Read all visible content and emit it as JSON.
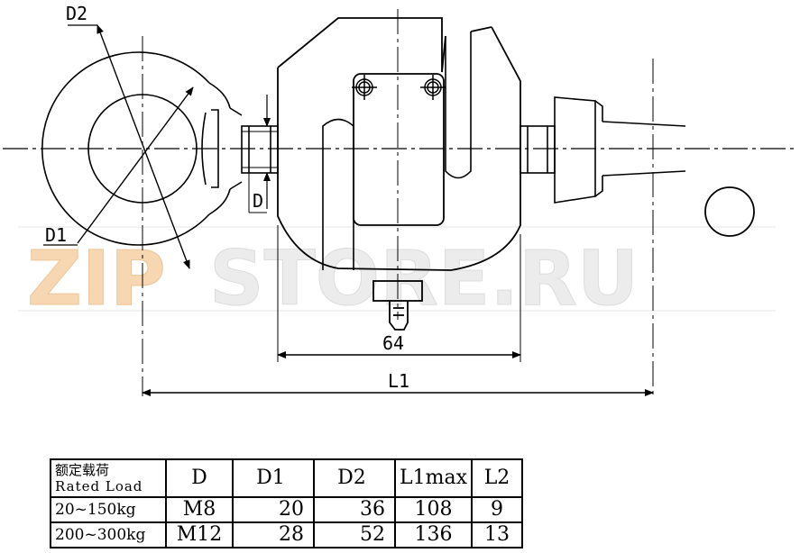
{
  "labels": {
    "d2": "D2",
    "d1": "D1",
    "d": "D",
    "width_64": "64",
    "l1": "L1"
  },
  "watermark": {
    "part1": "ZIP",
    "part2": "STORE.RU"
  },
  "table": {
    "header": {
      "load_cn": "额定载荷",
      "load_en": "Rated Load",
      "d": "D",
      "d1": "D1",
      "d2": "D2",
      "l1max": "L1max",
      "l2": "L2"
    },
    "rows": [
      {
        "load": "20~150kg",
        "d": "M8",
        "d1": "20",
        "d2": "36",
        "l1max": "108",
        "l2": "9"
      },
      {
        "load": "200~300kg",
        "d": "M12",
        "d1": "28",
        "d2": "52",
        "l1max": "136",
        "l2": "13"
      }
    ]
  }
}
